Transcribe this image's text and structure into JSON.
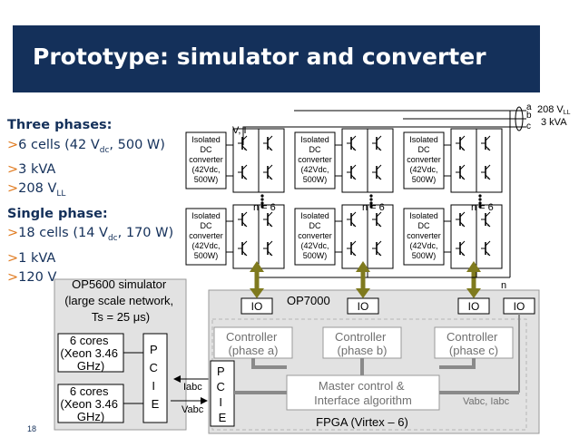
{
  "slide": {
    "title": "Prototype: simulator and converter",
    "page_number": "18",
    "specs": {
      "three_heading": "Three phases:",
      "three_items": [
        {
          "bullet": ">",
          "parts": [
            "6 cells (42 V",
            "dc",
            ", 500 W)"
          ]
        },
        {
          "bullet": ">",
          "parts": [
            "3 kVA"
          ]
        },
        {
          "bullet": ">",
          "parts": [
            "208 V",
            "LL",
            ""
          ]
        }
      ],
      "single_heading": "Single phase:",
      "single_items": [
        {
          "bullet": ">",
          "parts": [
            "18 cells (14 V",
            "dc",
            ", 170 W)"
          ]
        },
        {
          "bullet": ">",
          "parts": [
            "1 kVA"
          ]
        },
        {
          "bullet": ">",
          "parts": [
            "120 V",
            "LN",
            ""
          ]
        }
      ]
    }
  },
  "diagram": {
    "converter_lines": [
      "Isolated",
      "DC",
      "converter",
      "(42Vdc,",
      "500W)"
    ],
    "vi_label": "V, I",
    "n_eq": "n = 6",
    "n": "n",
    "phase_lines": [
      "a",
      "b",
      "c"
    ],
    "rating": {
      "v": "208 V",
      "v_sub": "LL",
      "kva": "3 kVA"
    },
    "op5600": {
      "lines": [
        "OP5600 simulator",
        "(large scale network,",
        "Ts = 25 μs)"
      ]
    },
    "cores": [
      "6 cores",
      "(Xeon 3.46",
      "GHz)"
    ],
    "pcie": [
      "P",
      "C",
      "I",
      "E"
    ],
    "iabc": "Iabc",
    "vabc": "Vabc",
    "op7000": "OP7000",
    "io": "IO",
    "controllers": [
      {
        "lines": [
          "Controller",
          "(phase a)"
        ]
      },
      {
        "lines": [
          "Controller",
          "(phase b)"
        ]
      },
      {
        "lines": [
          "Controller",
          "(phase c)"
        ]
      }
    ],
    "master": [
      "Master control &",
      "Interface algorithm"
    ],
    "vabc_iabc": "Vabc, Iabc",
    "fpga": "FPGA (Virtex – 6)"
  },
  "colors": {
    "navy": "#14305a",
    "orange": "#e07a1f",
    "olive": "#7f7a1e",
    "panel": "#e2e2e2",
    "gray_text": "#707070"
  }
}
